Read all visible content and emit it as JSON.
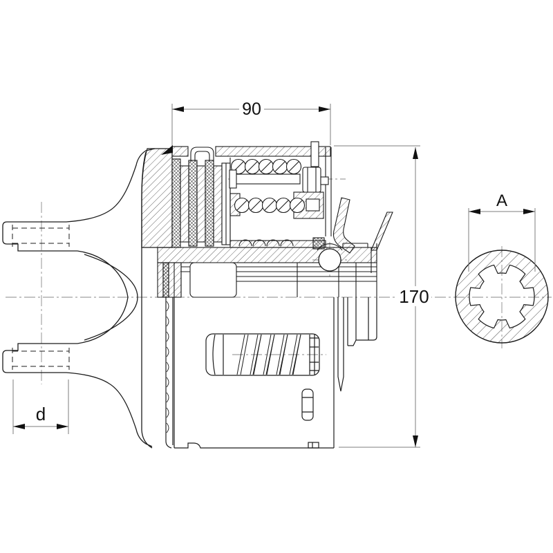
{
  "drawing": {
    "description": "Sectional technical drawing of a PTO friction clutch with yoke and splined bore end view",
    "dimensions": {
      "width": {
        "label": "90"
      },
      "height": {
        "label": "170"
      },
      "bore": {
        "label": "A"
      },
      "yoke_bore": {
        "label": "d"
      }
    },
    "colors": {
      "outline": "#1b1b1b",
      "hatch": "#3a3a3a",
      "dimension_lines": "#7d7d7d",
      "background": "#ffffff"
    }
  }
}
